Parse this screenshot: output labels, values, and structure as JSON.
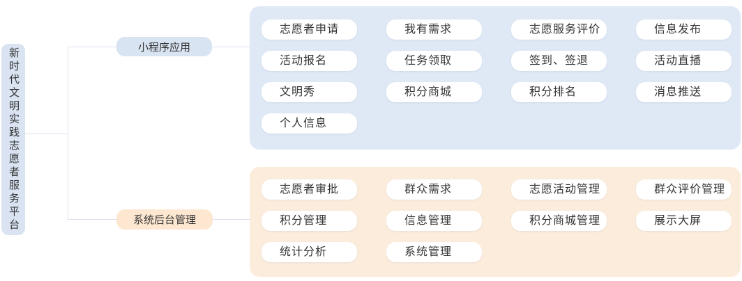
{
  "root": {
    "label": "新时代文明实践志愿者服务平台"
  },
  "branches": [
    {
      "id": "mini-program-app",
      "label": "小程序应用",
      "items": [
        "志愿者申请",
        "我有需求",
        "志愿服务评价",
        "信息发布",
        "活动报名",
        "任务领取",
        "签到、签退",
        "活动直播",
        "文明秀",
        "积分商城",
        "积分排名",
        "消息推送",
        "个人信息"
      ]
    },
    {
      "id": "backend-management",
      "label": "系统后台管理",
      "items": [
        "志愿者审批",
        "群众需求",
        "志愿活动管理",
        "群众评价管理",
        "积分管理",
        "信息管理",
        "积分商城管理",
        "展示大屏",
        "统计分析",
        "系统管理"
      ]
    }
  ],
  "colors": {
    "blue_panel": "#dfe8f5",
    "blue_node": "#d9e3f2",
    "orange_panel": "#fcecdc",
    "orange_node": "#fde7d1",
    "connector_line": "#d9e0ef",
    "pill_background": "#ffffff",
    "text": "#333333"
  }
}
